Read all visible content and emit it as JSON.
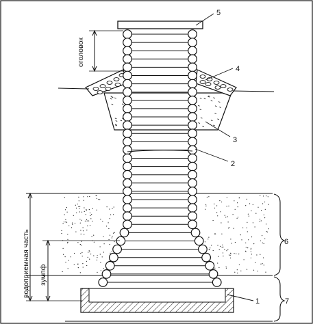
{
  "diagram": {
    "labels": {
      "head_part": "оголовок",
      "intake_part": "водоприемная часть",
      "sump": "зумпф"
    },
    "callouts": {
      "n1": "1",
      "n2": "2",
      "n3": "3",
      "n4": "4",
      "n5": "5",
      "n6": "6",
      "n7": "7"
    },
    "colors": {
      "ink": "#111111",
      "background": "#ffffff"
    }
  }
}
